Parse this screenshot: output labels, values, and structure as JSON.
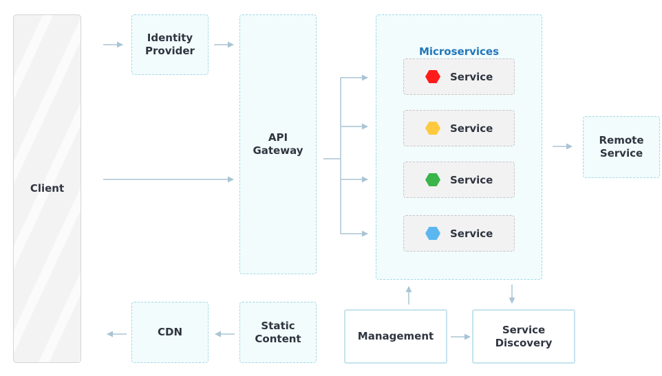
{
  "client": {
    "label": "Client"
  },
  "identity_provider": {
    "label": "Identity\nProvider"
  },
  "api_gateway": {
    "label": "API\nGateway"
  },
  "microservices": {
    "title": "Microservices",
    "services": [
      {
        "label": "Service",
        "color": "#ff1b1b"
      },
      {
        "label": "Service",
        "color": "#ffc93f"
      },
      {
        "label": "Service",
        "color": "#3ab54a"
      },
      {
        "label": "Service",
        "color": "#5cb6f0"
      }
    ]
  },
  "remote_service": {
    "label": "Remote\nService"
  },
  "cdn": {
    "label": "CDN"
  },
  "static_content": {
    "label": "Static\nContent"
  },
  "management": {
    "label": "Management"
  },
  "service_discovery": {
    "label": "Service\nDiscovery"
  },
  "colors": {
    "connector": "#a9c4d4"
  }
}
